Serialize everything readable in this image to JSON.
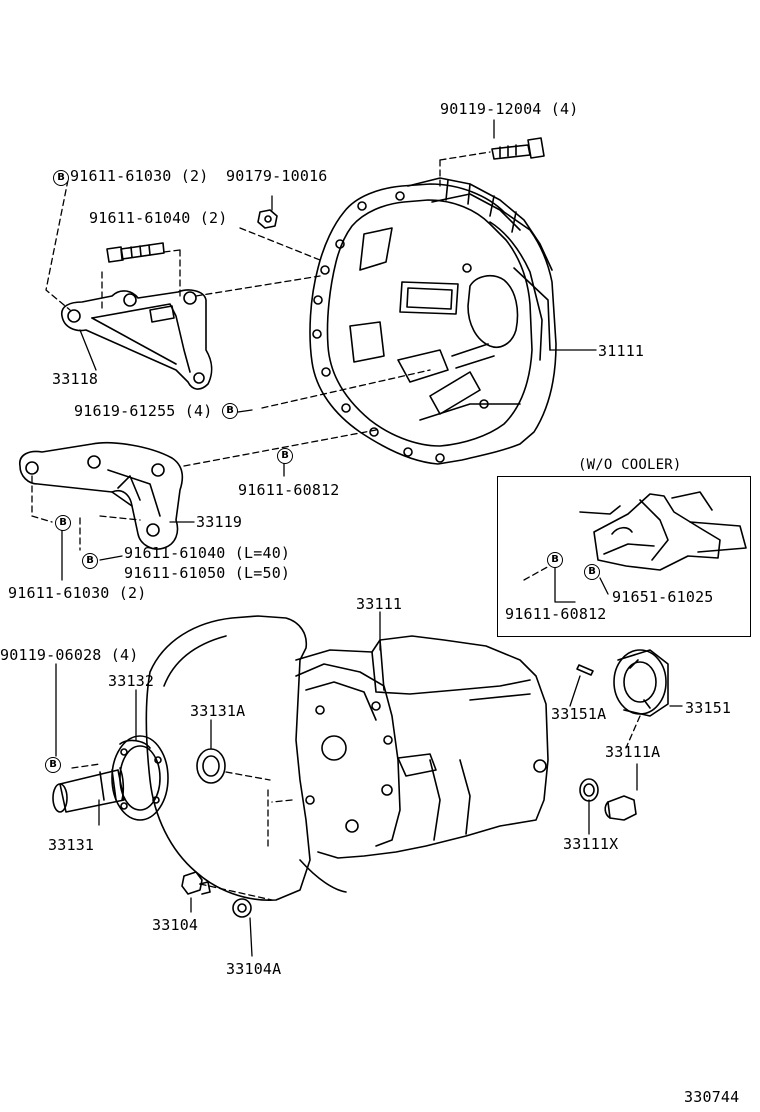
{
  "diagram_id": "330744",
  "bolt_symbol": "B",
  "inset": {
    "title": "(W/O COOLER)"
  },
  "labels": {
    "p90119_12004": "90119-12004 (4)",
    "p91611_61030_top": "91611-61030 (2)",
    "p90179_10016": "90179-10016",
    "p91611_61040_2": "91611-61040 (2)",
    "p33118": "33118",
    "p31111": "31111",
    "p91619_61255": "91619-61255 (4)",
    "p91611_60812": "91611-60812",
    "p33119": "33119",
    "p91611_61040_l40": "91611-61040 (L=40)",
    "p91611_61050_l50": "91611-61050 (L=50)",
    "p91611_61030_bottom": "91611-61030 (2)",
    "p91611_60812_inset": "91611-60812",
    "p91651_61025": "91651-61025",
    "p33111": "33111",
    "p90119_06028": "90119-06028 (4)",
    "p33132": "33132",
    "p33131A": "33131A",
    "p33151A": "33151A",
    "p33151": "33151",
    "p33111A": "33111A",
    "p33131": "33131",
    "p33111X": "33111X",
    "p33104": "33104",
    "p33104A": "33104A"
  }
}
